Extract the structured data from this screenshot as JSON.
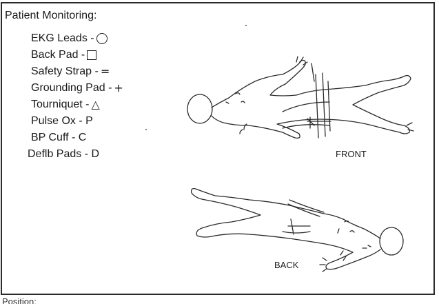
{
  "section": {
    "title": "Patient Monitoring:"
  },
  "legend": [
    {
      "label": "EKG Leads -",
      "symbol": "circle"
    },
    {
      "label": "Back Pad -",
      "symbol": "square"
    },
    {
      "label": "Safety Strap -",
      "symbol": "="
    },
    {
      "label": "Grounding Pad -",
      "symbol": "+"
    },
    {
      "label": "Tourniquet -",
      "symbol": "△"
    },
    {
      "label": "Pulse Ox - P",
      "symbol": ""
    },
    {
      "label": "BP Cuff - C",
      "symbol": ""
    },
    {
      "label": "Deflb Pads - D",
      "symbol": ""
    }
  ],
  "diagram": {
    "front_label": "FRONT",
    "back_label": "BACK"
  },
  "footer": {
    "cut_text": "Position:"
  }
}
